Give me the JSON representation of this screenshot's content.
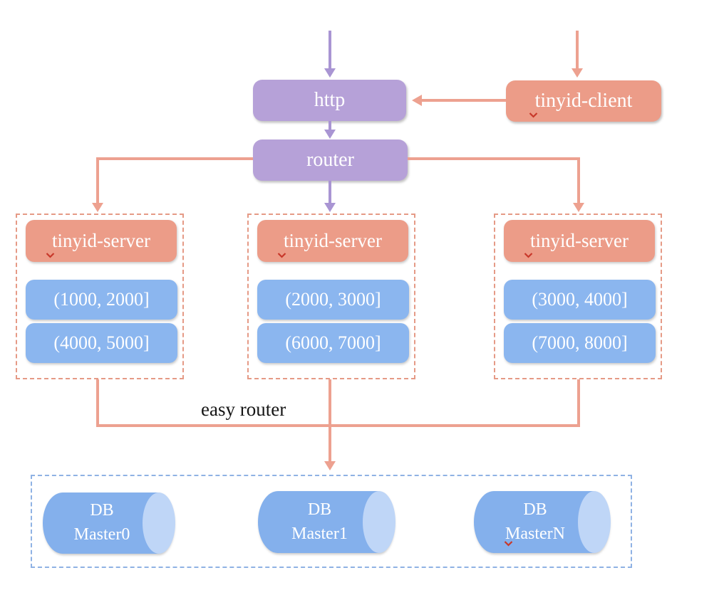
{
  "diagram": {
    "nodes": {
      "http": {
        "label": "http"
      },
      "client": {
        "label": "tinyid-client"
      },
      "router": {
        "label": "router"
      },
      "servers": [
        {
          "label": "tinyid-server",
          "ranges": [
            "(1000, 2000]",
            "(4000, 5000]"
          ]
        },
        {
          "label": "tinyid-server",
          "ranges": [
            "(2000, 3000]",
            "(6000, 7000]"
          ]
        },
        {
          "label": "tinyid-server",
          "ranges": [
            "(3000, 4000]",
            "(7000, 8000]"
          ]
        }
      ],
      "easy_router": {
        "label": "easy router"
      },
      "db_cluster": {
        "databases": [
          {
            "line1": "DB",
            "line2": "Master0"
          },
          {
            "line1": "DB",
            "line2": "Master1"
          },
          {
            "line1": "DB",
            "line2": "MasterN"
          }
        ]
      }
    },
    "colors": {
      "purple_node": "#b6a1d8",
      "purple_arrow": "#a995d3",
      "salmon_node": "#ec9c88",
      "salmon_connector": "#eda190",
      "server_group_border": "#e59a86",
      "range_blue": "#8bb6ef",
      "db_cylinder_blue": "#84b0ec",
      "db_cylinder_cap": "#bfd6f7",
      "db_border_blue": "#8fb2e4",
      "easy_router_text": "#151515",
      "spellcheck_red": "#c8382a",
      "node_text": "#ffffff"
    }
  }
}
